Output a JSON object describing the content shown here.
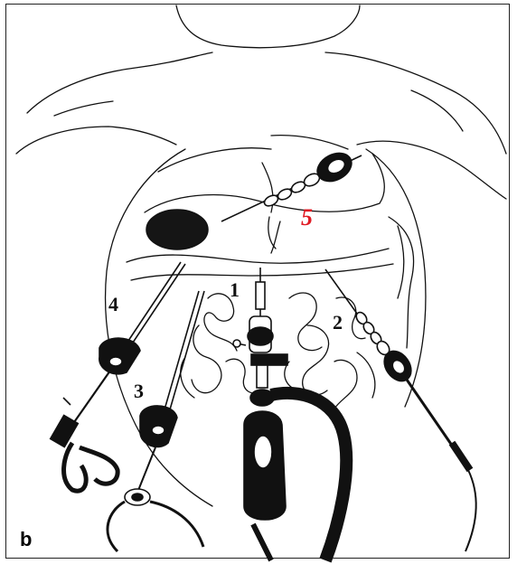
{
  "figure": {
    "panel_label": "b",
    "port_labels": [
      {
        "id": "1",
        "text": "1"
      },
      {
        "id": "2",
        "text": "2"
      },
      {
        "id": "3",
        "text": "3"
      },
      {
        "id": "4",
        "text": "4"
      },
      {
        "id": "5",
        "text": "5"
      }
    ],
    "colors": {
      "ink": "#111111",
      "label_5": "#e01b24",
      "frame": "#222222"
    }
  }
}
